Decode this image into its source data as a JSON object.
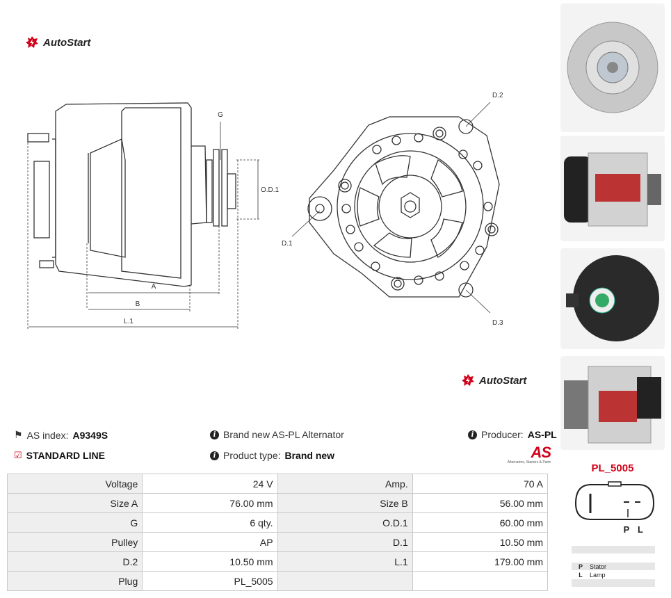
{
  "brand": {
    "name": "AutoStart",
    "color": "#d0021b"
  },
  "diagram": {
    "labels": {
      "g": "G",
      "od1": "O.D.1",
      "a": "A",
      "b": "B",
      "l1": "L.1",
      "d1": "D.1",
      "d2": "D.2",
      "d3": "D.3"
    }
  },
  "info": {
    "as_index_label": "AS index:",
    "as_index_value": "A9349S",
    "standard_line": "STANDARD LINE",
    "brand_new_text": "Brand new AS-PL Alternator",
    "product_type_label": "Product type:",
    "product_type_value": "Brand new",
    "producer_label": "Producer:",
    "producer_value": "AS-PL",
    "aspl_logo": "AS",
    "aspl_tagline": "Alternators, Starters & Parts"
  },
  "specs": [
    {
      "l1": "Voltage",
      "v1": "24 V",
      "l2": "Amp.",
      "v2": "70 A"
    },
    {
      "l1": "Size A",
      "v1": "76.00 mm",
      "l2": "Size B",
      "v2": "56.00 mm"
    },
    {
      "l1": "G",
      "v1": "6 qty.",
      "l2": "O.D.1",
      "v2": "60.00 mm"
    },
    {
      "l1": "Pulley",
      "v1": "AP",
      "l2": "D.1",
      "v2": "10.50 mm"
    },
    {
      "l1": "D.2",
      "v1": "10.50 mm",
      "l2": "L.1",
      "v2": "179.00 mm"
    },
    {
      "l1": "Plug",
      "v1": "PL_5005",
      "l2": "",
      "v2": ""
    }
  ],
  "plug": {
    "code": "PL_5005",
    "pins": [
      "P",
      "L"
    ],
    "legend": [
      {
        "key": "P",
        "desc": "Stator"
      },
      {
        "key": "L",
        "desc": "Lamp"
      }
    ]
  }
}
